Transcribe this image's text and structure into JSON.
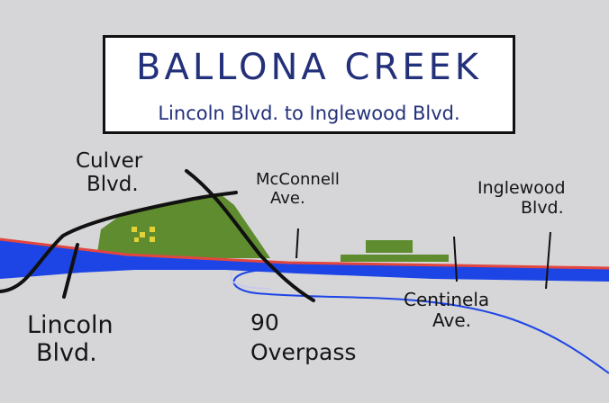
{
  "title": {
    "main": "BALLONA CREEK",
    "sub": "Lincoln Blvd. to Inglewood Blvd."
  },
  "labels": {
    "culver": [
      "Culver",
      "Blvd."
    ],
    "mcconnell": [
      "McConnell",
      "Ave."
    ],
    "inglewood": [
      "Inglewood",
      "Blvd."
    ],
    "lincoln": [
      "Lincoln",
      "Blvd."
    ],
    "overpass": [
      "90",
      "Overpass"
    ],
    "centinela": [
      "Centinela",
      "Ave."
    ]
  },
  "colors": {
    "background": "#d6d5d8",
    "water": "#1d45e6",
    "bike_path": "#e2463f",
    "park": "#5f8c2e",
    "road": "#111111",
    "title_text": "#23307a"
  }
}
